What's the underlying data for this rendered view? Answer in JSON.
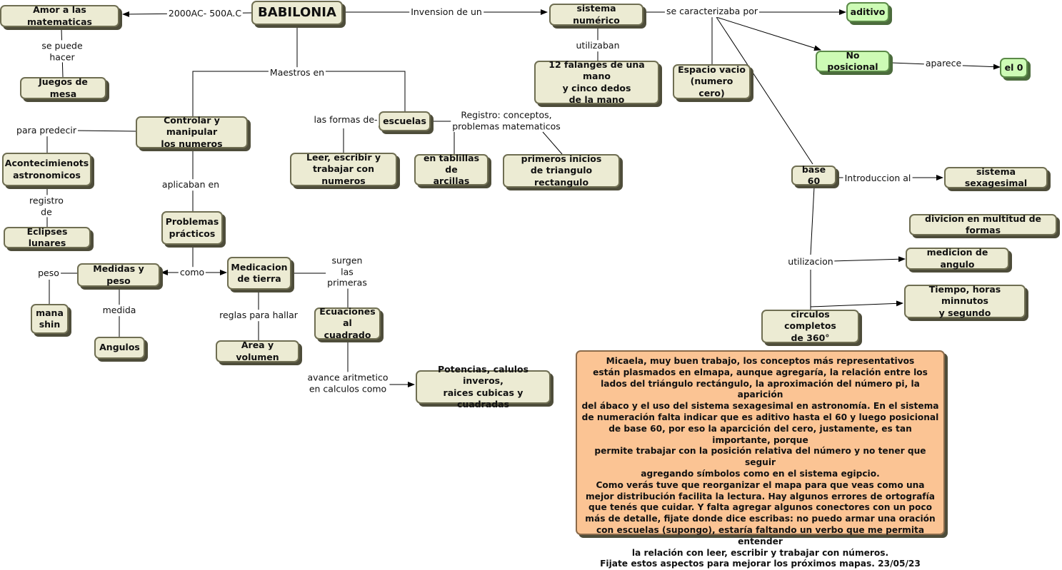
{
  "nodes": {
    "babilonia": "BABILONIA",
    "amor": "Amor a las matematicas",
    "juegos": "Juegos de mesa",
    "controlar": "Controlar y manipular\nlos numeros",
    "acontecimientos": "Acontecimienots\nastronomicos",
    "eclipses": "Eclipses lunares",
    "problemas": "Problemas\nprácticos",
    "medidas": "Medidas y peso",
    "manashin": "mana\nshin",
    "angulos": "Angulos",
    "medicacion": "Medicacion\nde tierra",
    "area": "Area y volumen",
    "ecuaciones": "Ecuaciones\nal cuadrado",
    "potencias": "Potencias, calulos inveros,\nraices cubicas y cuadradas",
    "escuelas": "escuelas",
    "leer": "Leer, escribir y\ntrabajar con numeros",
    "tablillas": "en tablillas de\narcillas",
    "primeros": "primeros inicios\nde triangulo rectangulo",
    "sistema": "sistema numérico",
    "falanges": "12 falanges de una mano\ny cinco dedos\nde la mano",
    "espacio": "Espacio vacio\n(numero cero)",
    "aditivo": "aditivo",
    "noposicional": "No posicional",
    "el0": "el 0",
    "base60": "base 60",
    "sexagesimal": "sistema sexagesimal",
    "divicion": "divicion en multitud de formas",
    "medicion": "medicion de  angulo",
    "tiempo": "Tiempo, horas minnutos\ny segundo",
    "circulos": "circulos completos\nde 360°"
  },
  "labels": {
    "fecha": "2000AC- 500A.C",
    "invension": "Invension de un",
    "sepuede": "se puede\nhacer",
    "maestros": "Maestros en",
    "predecir": "para predecir",
    "registro_de": "registro\nde",
    "aplicaban": "aplicaban en",
    "como": "como",
    "peso": "peso",
    "medida": "medida",
    "reglas": "reglas para hallar",
    "surgen": "surgen\nlas\nprimeras",
    "avance": "avance aritmetico\nen calculos como",
    "lasformas": "las formas de-",
    "registro_conceptos": "Registro: conceptos,\nproblemas matematicos",
    "utilizaban": "utilizaban",
    "caracterizaba": "se caracterizaba por",
    "aparece": "aparece",
    "introduccion": "Introduccion al",
    "utilizacion": "utilizacion"
  },
  "note": "Micaela, muy buen trabajo, los conceptos más representativos\nestán plasmados en elmapa, aunque agregaría, la relación entre los\nlados del triángulo rectángulo, la aproximación del número pi, la aparición\ndel ábaco y el uso del sistema sexagesimal en astronomía.  En el sistema\nde numeración falta indicar que es aditivo hasta el 60 y luego posicional\nde base 60, por eso la aparcición del cero, justamente, es tan importante, porque\npermite trabajar con la posición relativa del número y no tener que seguir\nagregando símbolos como en el sistema egipcio.\nComo verás tuve que reorganizar el mapa para que veas como una\nmejor distribución facilita la lectura.  Hay algunos errores de ortografía\nque tenés que cuidar.  Y falta  agregar algunos conectores con un poco\nmás de detalle, fijate donde dice escribas: no puedo armar una oración\ncon escuelas (supongo), estaría faltando un verbo que me permita entender\nla relación con leer, escribir y trabajar con números.\nFijate estos aspectos para mejorar los próximos mapas.  23/05/23",
  "colors": {
    "node_fill": "#ecebd3",
    "node_border": "#6f6e52",
    "node_shadow": "#4e4d3a",
    "green_fill": "#cdfbb5",
    "note_fill": "#fbc494",
    "line": "#000000"
  }
}
